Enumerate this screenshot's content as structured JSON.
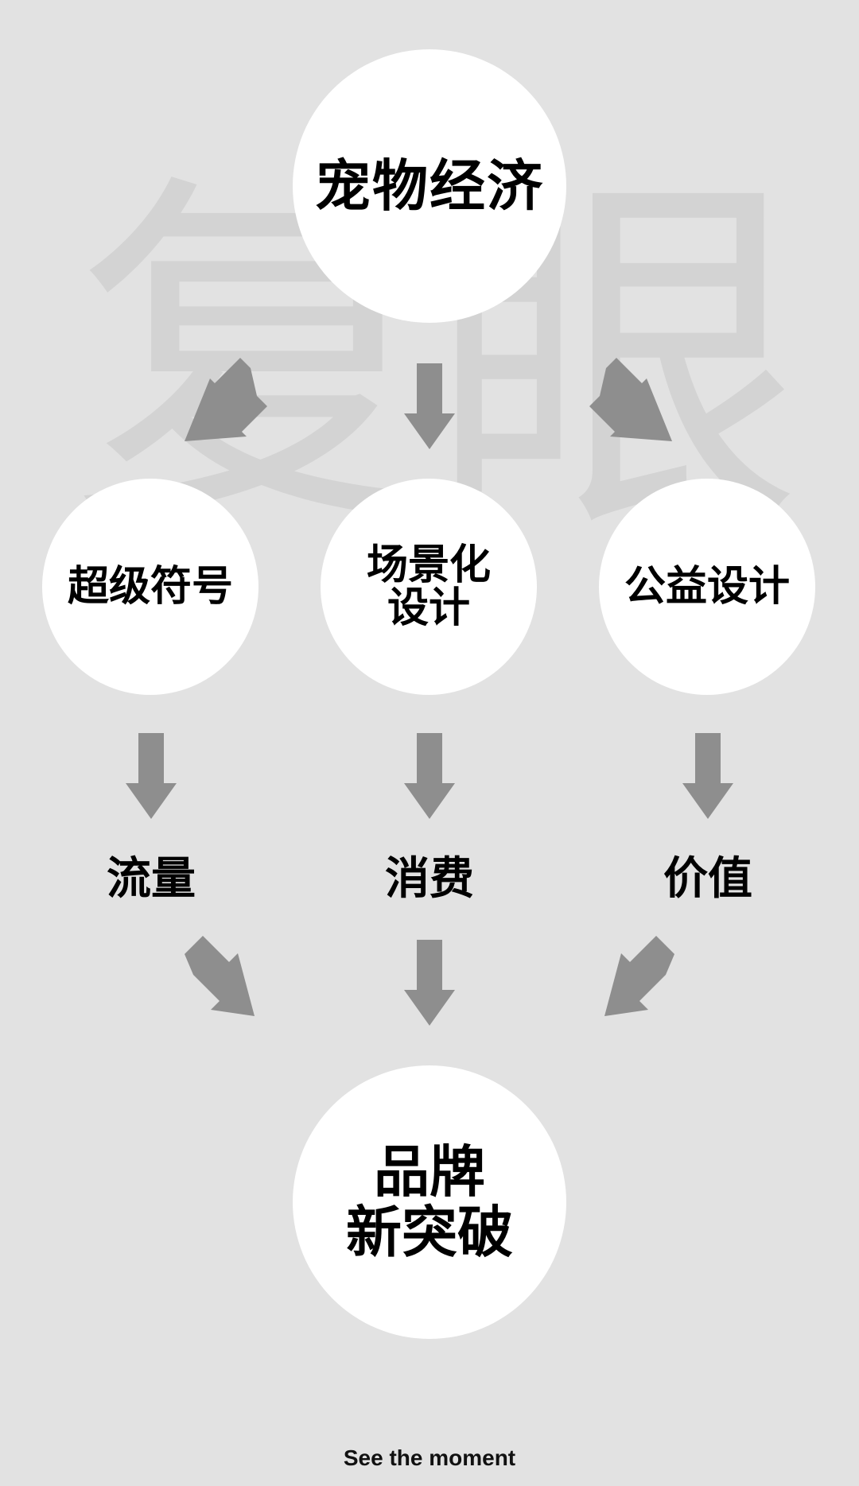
{
  "watermark": "复眼",
  "top_node": "宠物经济",
  "middle_nodes": [
    "超级符号",
    "场景化\n设计",
    "公益设计"
  ],
  "results": [
    "流量",
    "消费",
    "价值"
  ],
  "bottom_node": "品牌\n新突破",
  "footer": "See the moment",
  "colors": {
    "background": "#e2e2e2",
    "circle": "#ffffff",
    "arrow": "#8e8e8e",
    "watermark": "#d3d3d3",
    "text": "#000000"
  }
}
